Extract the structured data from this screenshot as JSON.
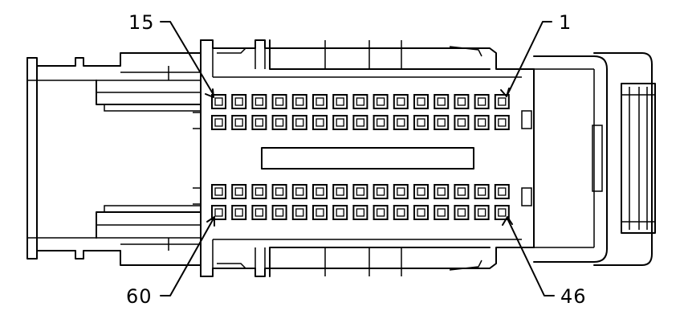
{
  "diagram": {
    "pin_rows": 4,
    "pins_per_row": 15,
    "labels": {
      "top_left": "15",
      "top_right": "1",
      "bottom_left": "60",
      "bottom_right": "46"
    },
    "colors": {
      "line": "#000000",
      "background": "#ffffff"
    }
  }
}
